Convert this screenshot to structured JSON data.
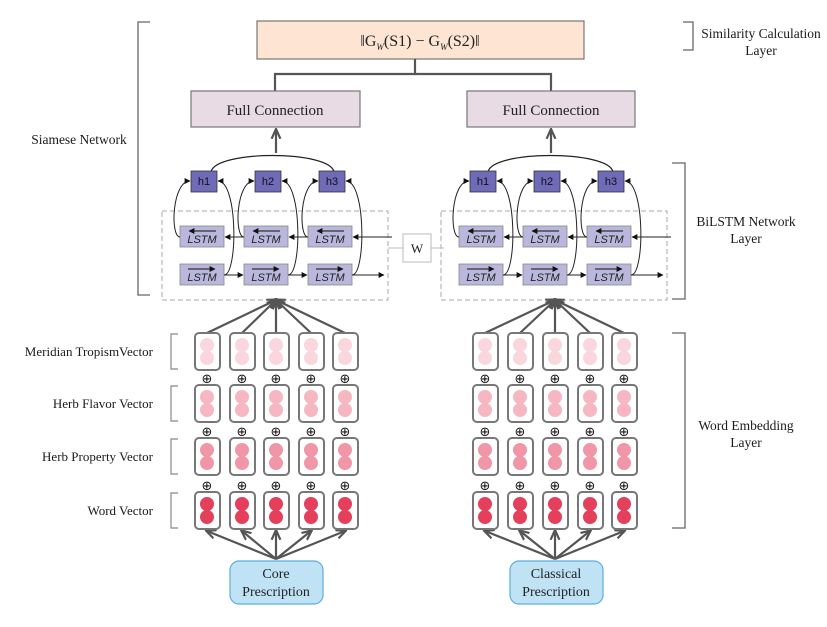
{
  "similarity": {
    "formula": "‖G",
    "formula_parts": [
      "‖G",
      "W",
      "(S1) − G",
      "W",
      "(S2)‖"
    ]
  },
  "full_connection": {
    "label": "Full Connection"
  },
  "hidden_states": [
    "h1",
    "h2",
    "h3"
  ],
  "lstm": {
    "label": "LSTM"
  },
  "shared_weight": {
    "label": "W"
  },
  "side_labels": {
    "siamese": "Siamese Network",
    "similarity_layer": [
      "Similarity Calculation",
      "Layer"
    ],
    "bilstm_layer": [
      "BiLSTM Network",
      "Layer"
    ],
    "embedding_layer": [
      "Word Embedding",
      "Layer"
    ]
  },
  "vector_rows": [
    {
      "label": "Meridian TropismVector",
      "color": "#fad7dd"
    },
    {
      "label": "Herb Flavor Vector",
      "color": "#f6b7c2"
    },
    {
      "label": "Herb Property Vector",
      "color": "#f096a6"
    },
    {
      "label": "Word Vector",
      "color": "#e4405c"
    }
  ],
  "operator": "⊕",
  "inputs": [
    {
      "lines": [
        "Core",
        "Prescription"
      ]
    },
    {
      "lines": [
        "Classical",
        "Prescription"
      ]
    }
  ],
  "colors": {
    "similarity_fill": "#fde4d3",
    "fc_fill": "#e8dbe3",
    "h_fill": "#6f6bb8",
    "lstm_fill": "#b9b8dc",
    "input_fill": "#bfe3f5",
    "input_border": "#5aaedc",
    "stroke": "#666666"
  }
}
